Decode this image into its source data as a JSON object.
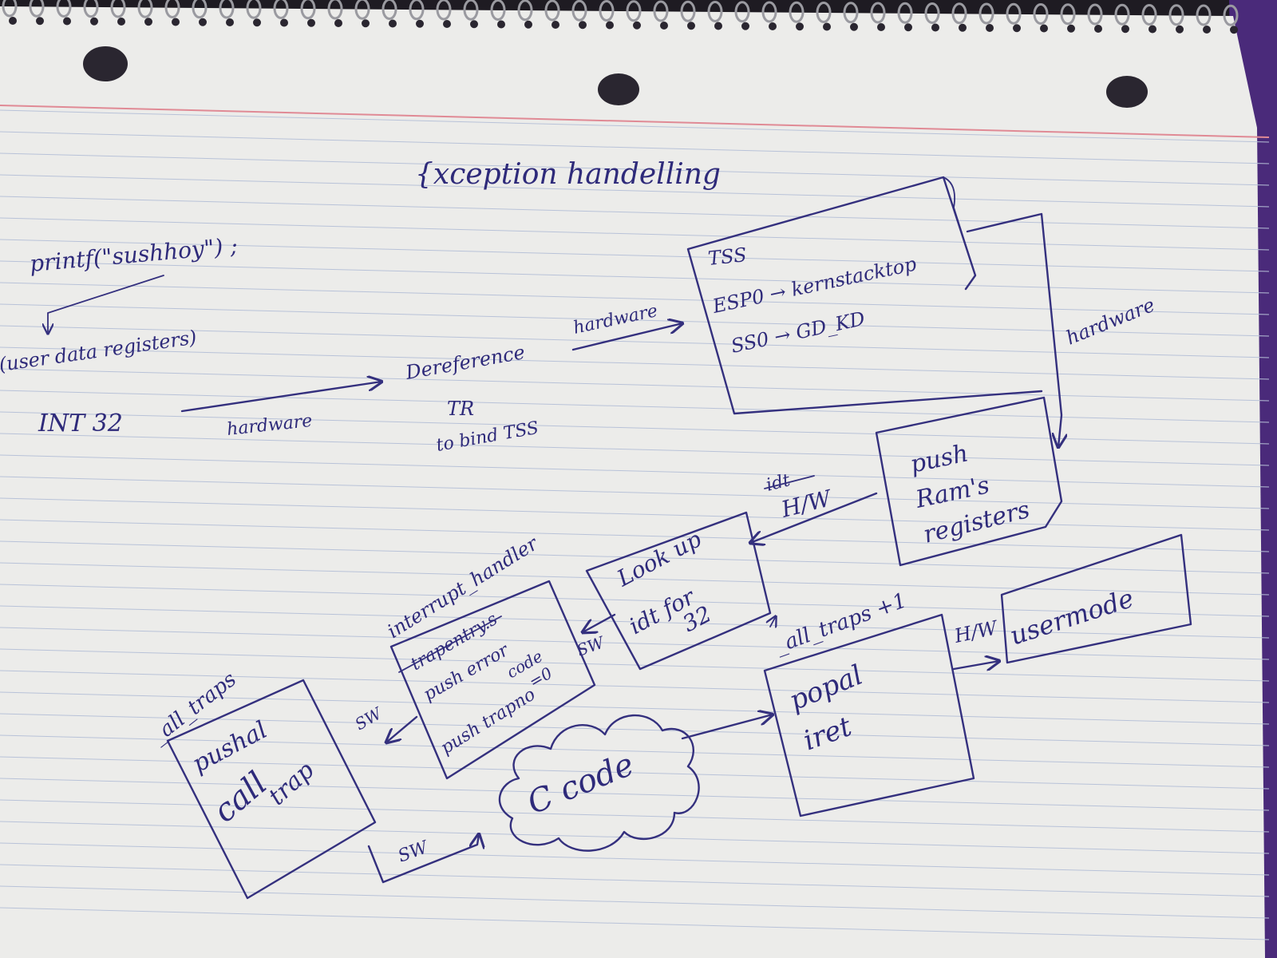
{
  "title": "{xception handelling",
  "source_line": {
    "printf": "printf(\"sushhoy\") ;",
    "user_data_registers": "(user data registers)",
    "int32": "INT 32",
    "hardware_1": "hardware",
    "dereference": "Dereference",
    "tr": "TR",
    "to_bind_tss": "to bind TSS",
    "hardware_2": "hardware"
  },
  "tss_box": {
    "title": "TSS",
    "esp0": "ESP0 → kernstacktop",
    "ss0": "SS0 → GD_KD"
  },
  "hardware_3": "hardware",
  "push_box": {
    "line1": "push",
    "line2": "Ram's",
    "line3": "registers"
  },
  "hw_idt": {
    "struck": "idt",
    "label": "H/W"
  },
  "lookup_box": {
    "line1": "Look up",
    "line2": "idt for",
    "line3": "32"
  },
  "sw_1": "SW",
  "interrupt_handler": {
    "label": "interrupt_handler",
    "file": "trapentry.s",
    "line1": "push error",
    "line2": "code",
    "line3": "=0",
    "line4": "push trapno"
  },
  "sw_2": "SW",
  "alltraps_box": {
    "label": "_all_traps",
    "line1": "pushal",
    "line2": "call",
    "line3": "trap"
  },
  "sw_3": "SW",
  "c_code": "C code",
  "popal_box": {
    "label": "_all_traps +1",
    "line1": "popal",
    "line2": "iret"
  },
  "hw_user": "H/W",
  "usermode": "usermode"
}
